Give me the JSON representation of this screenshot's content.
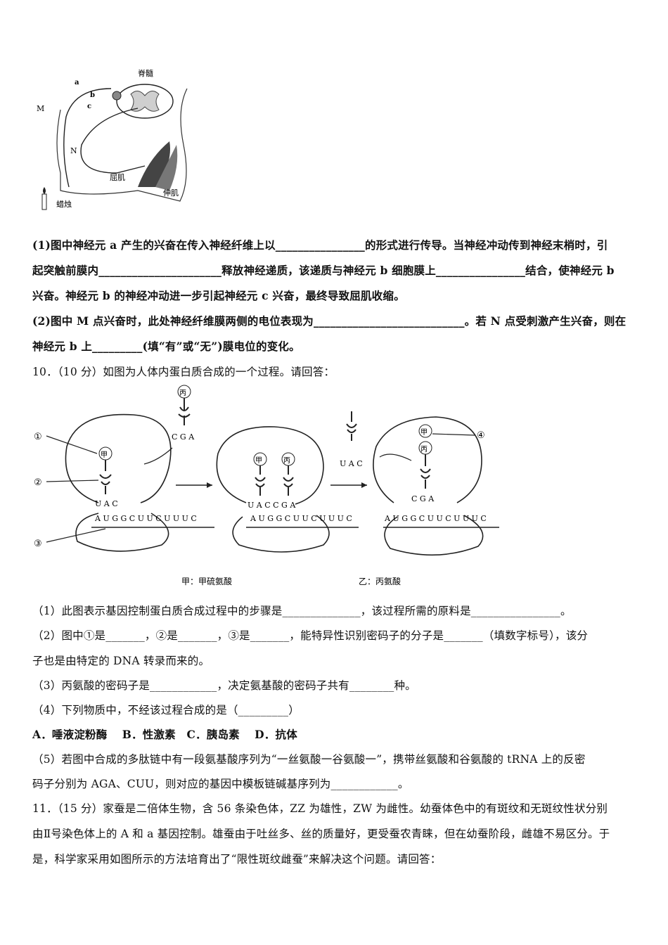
{
  "reflex_figure": {
    "labels": {
      "spinal_cord": "脊髓",
      "a": "a",
      "b": "b",
      "c": "c",
      "M": "M",
      "N": "N",
      "flexor": "屈肌",
      "extensor": "伸肌",
      "candle": "蜡烛"
    }
  },
  "q9": {
    "p1_l1": "(1)图中神经元 a 产生的兴奋在传入神经纤维上以________________的形式进行传导。当神经冲动传到神经末梢时，引",
    "p1_l2": "起突触前膜内______________________释放神经递质，该递质与神经元 b 细胞膜上________________结合，使神经元 b",
    "p1_l3": "兴奋。神经元 b 的神经冲动进一步引起神经元 c 兴奋，最终导致屈肌收缩。",
    "p2_l1": "(2)图中 M 点兴奋时，此处神经纤维膜两侧的电位表现为___________________________。若 N 点受刺激产生兴奋，则在",
    "p2_l2": "神经元 b 上_________(填“有”或“无”)膜电位的变化。"
  },
  "q10": {
    "header": "10．（10 分）如图为人体内蛋白质合成的一个过程。请回答：",
    "figure": {
      "num1": "①",
      "num2": "②",
      "num3": "③",
      "num4": "④",
      "jia": "甲",
      "bing": "丙",
      "anticodon_cga": "C G A",
      "anticodon_uac": "U A C",
      "anticodon_uaccga": "U A C C G A",
      "mrna": "A U G G C U U C U U U C",
      "caption_jia": "甲：甲硫氨酸",
      "caption_yi": "乙：丙氨酸"
    },
    "q1": "（1）此图表示基因控制蛋白质合成过程中的步骤是______________，该过程所需的原料是________________。",
    "q2_l1": "（2）图中①是_______，②是_______，③是_______，能特异性识别密码子的分子是_______（填数字标号），该分",
    "q2_l2": "子也是由特定的 DNA 转录而来的。",
    "q3": "（3）丙氨酸的密码子是____________，决定氨基酸的密码子共有________种。",
    "q4": "（4）下列物质中，不经该过程合成的是（_________）",
    "q4_opts": "A．唾液淀粉酶　 B．性激素　C．胰岛素　 D．抗体",
    "q5_l1": "（5）若图中合成的多肽链中有一段氨基酸序列为“一丝氨酸一谷氨酸一”，携带丝氨酸和谷氨酸的 tRNA 上的反密",
    "q5_l2": "码子分别为 AGA、CUU，则对应的基因中模板链碱基序列为____________。"
  },
  "q11": {
    "l1": "11．（15 分）家蚕是二倍体生物，含 56 条染色体，ZZ 为雄性，ZW 为雌性。幼蚕体色中的有斑纹和无斑纹性状分别",
    "l2": "由Ⅱ号染色体上的 A 和 a 基因控制。雄蚕由于吐丝多、丝的质量好，更受蚕农青睐，但在幼蚕阶段，雌雄不易区分。于",
    "l3": "是，科学家采用如图所示的方法培育出了“限性斑纹雌蚕”来解决这个问题。请回答："
  }
}
